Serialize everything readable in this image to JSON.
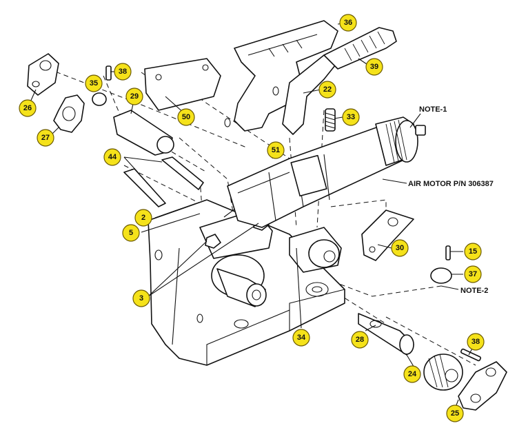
{
  "labels": {
    "l36": "36",
    "l39": "39",
    "l22": "22",
    "l33": "33",
    "l50": "50",
    "l38a": "38",
    "l35": "35",
    "l29": "29",
    "l26": "26",
    "l27": "27",
    "l44": "44",
    "l51": "51",
    "l2": "2",
    "l5": "5",
    "l3": "3",
    "l34": "34",
    "l30": "30",
    "l15": "15",
    "l37": "37",
    "l28": "28",
    "l24": "24",
    "l38b": "38",
    "l25": "25"
  },
  "notes": {
    "note1": "NOTE-1",
    "airmotor": "AIR MOTOR P/N 306387",
    "note2": "NOTE-2"
  },
  "colors": {
    "callout_fill": "#f5e21a",
    "line": "#111111"
  }
}
